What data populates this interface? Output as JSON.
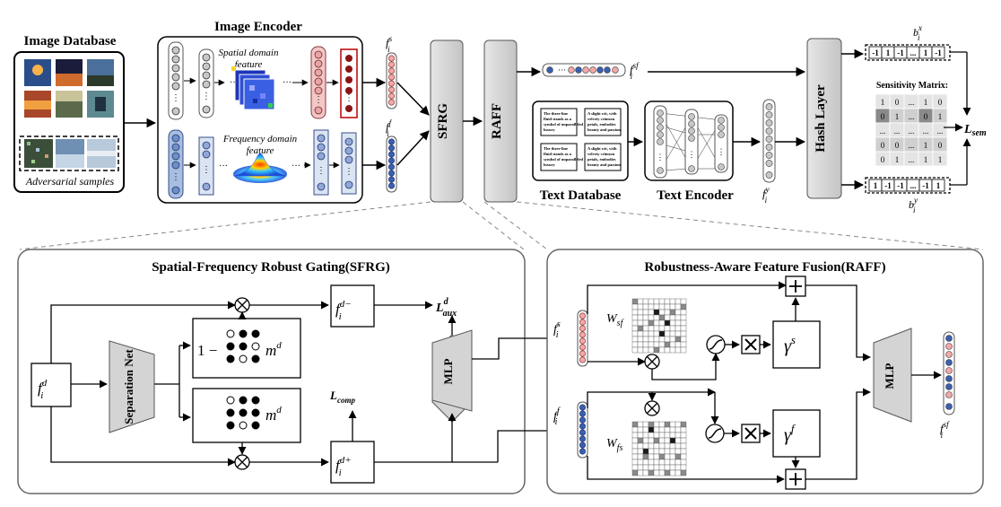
{
  "top": {
    "image_database": "Image Database",
    "adversarial_samples": "Adversarial samples",
    "image_encoder": "Image Encoder",
    "spatial_feature": "Spatial domain feature",
    "frequency_feature": "Frequency domain feature",
    "fs": "f",
    "fs_sup": "s",
    "fs_sub": "i",
    "ff": "f",
    "ff_sup": "f",
    "ff_sub": "i",
    "sfrg": "SFRG",
    "raff": "RAFF",
    "fsf": "f",
    "fsf_sup": "sf",
    "fsf_sub": "i",
    "text_database": "Text Database",
    "text_encoder": "Text Encoder",
    "fy": "f",
    "fy_sup": "y",
    "fy_sub": "i",
    "hash_layer": "Hash Layer",
    "bx": "b",
    "bx_sup": "x",
    "bx_sub": "i",
    "by": "b",
    "by_sup": "y",
    "by_sub": "i",
    "sensitivity_matrix": "Sensitivity Matrix:",
    "lsem_main": "L",
    "lsem_sub": "sem",
    "code_x": [
      "-1",
      "1",
      "-1",
      "...",
      "1",
      "-1"
    ],
    "code_y": [
      "1",
      "-1",
      "-1",
      "...",
      "-1",
      "1"
    ],
    "matrix": [
      [
        "1",
        "0",
        "...",
        "1",
        "0"
      ],
      [
        "0",
        "1",
        "...",
        "0",
        "1"
      ],
      [
        "...",
        "...",
        "...",
        "...",
        "..."
      ],
      [
        "0",
        "0",
        "...",
        "1",
        "0"
      ],
      [
        "0",
        "1",
        "...",
        "1",
        "1"
      ]
    ],
    "matrix_dark": [
      [
        false,
        false,
        false,
        false,
        false
      ],
      [
        true,
        false,
        false,
        true,
        false
      ],
      [
        false,
        false,
        false,
        false,
        false
      ],
      [
        false,
        false,
        false,
        false,
        false
      ],
      [
        false,
        false,
        false,
        false,
        false
      ]
    ],
    "text_doc_1": "The three-line fluid stands as a symbol of unparalleled luxury",
    "text_doc_2": "A slight wit, with velvety crimson petals, embodies beauty and passion",
    "text_doc_3": "The three-line fluid stands as a symbol of unparalleled luxury",
    "text_doc_4": "A slight wit, with velvety crimson petals, embodies beauty and passion"
  },
  "sfrg_panel": {
    "title": "Spatial-Frequency Robust Gating(SFRG)",
    "fd": "f",
    "fd_sup": "d",
    "fd_sub": "i",
    "separation_net": "Separation Net",
    "one_minus": "1 −",
    "md_1": "m",
    "md_1_sup": "d",
    "md_2": "m",
    "md_2_sup": "d",
    "fdminus": "f",
    "fdminus_sup": "d−",
    "fdminus_sub": "i",
    "fdplus": "f",
    "fdplus_sup": "d+",
    "fdplus_sub": "i",
    "laux": "L",
    "laux_sup": "d",
    "laux_sub": "aux",
    "lcomp": "L",
    "lcomp_sub": "comp",
    "mlp": "MLP"
  },
  "raff_panel": {
    "title": "Robustness-Aware Feature Fusion(RAFF)",
    "fs": "f",
    "fs_sup": "s",
    "fs_sub": "i",
    "ff": "f",
    "ff_sup": "f",
    "ff_sub": "i",
    "wsf": "W",
    "wsf_sub": "sf",
    "wfs": "W",
    "wfs_sub": "fs",
    "gamma_s": "γ",
    "gamma_s_sup": "s",
    "gamma_f": "γ",
    "gamma_f_sup": "f",
    "mlp": "MLP",
    "out": "f",
    "out_sup": "sf",
    "out_sub": "i"
  },
  "colors": {
    "spatial": "#f4a7a7",
    "frequency": "#3b5fb0",
    "gray_node": "#c8c8c8",
    "panel_border": "#666666",
    "block_gray": "#d4d4d4"
  }
}
